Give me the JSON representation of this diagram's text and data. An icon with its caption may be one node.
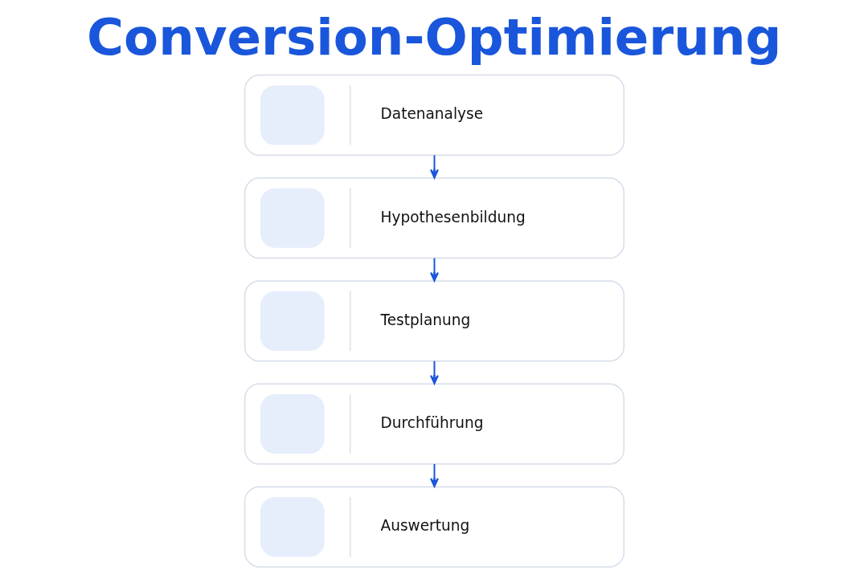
{
  "diagram": {
    "title": "Conversion-Optimierung",
    "nodes": [
      {
        "text": [
          "Datenanalyse"
        ]
      },
      {
        "text": [
          "Hypothesenbildung"
        ]
      },
      {
        "text": [
          "Testplanung"
        ]
      },
      {
        "text": [
          "Durchführung"
        ]
      },
      {
        "text": [
          "Auswertung"
        ]
      }
    ],
    "edges": [
      {
        "from": 0,
        "to": 1,
        "arrow": "to"
      },
      {
        "from": 1,
        "to": 2,
        "arrow": "to"
      },
      {
        "from": 2,
        "to": 3,
        "arrow": "to"
      },
      {
        "from": 3,
        "to": 4,
        "arrow": "to"
      }
    ]
  }
}
